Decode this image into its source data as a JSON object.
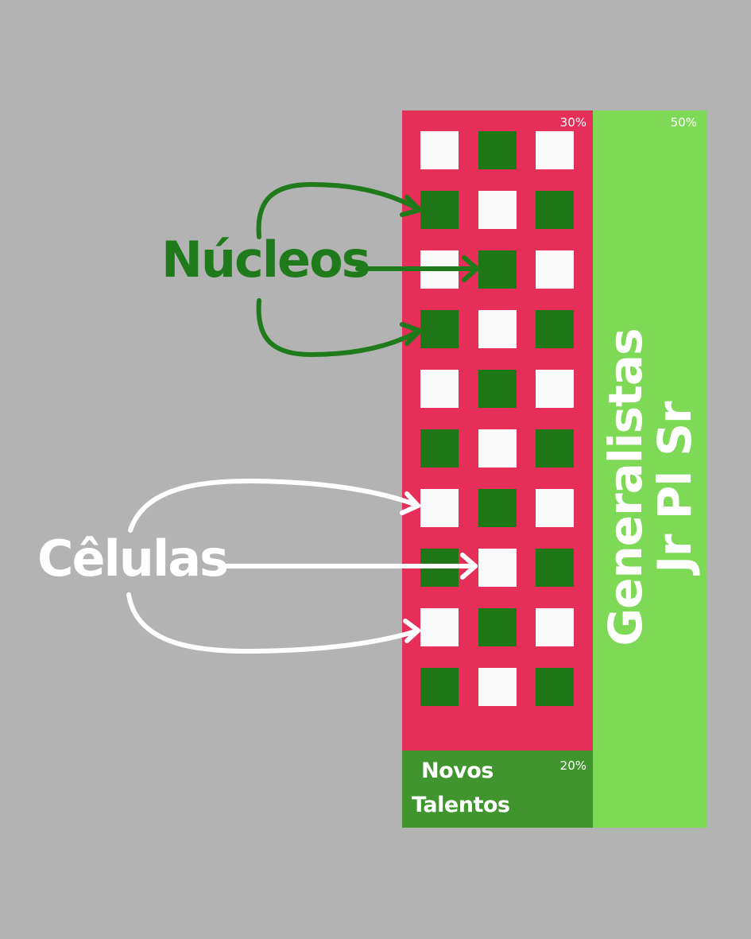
{
  "panels": {
    "red": {
      "percent": "30%",
      "color": "#e52e58"
    },
    "green": {
      "percent": "50%",
      "color": "#7ed957",
      "title_line1": "Generalistas",
      "title_line2": "Jr Pl Sr"
    },
    "dark": {
      "percent": "20%",
      "color": "#41952f",
      "title_line1": "Novos",
      "title_line2": "Talentos"
    }
  },
  "labels": {
    "nucleos": {
      "text": "Núcleos",
      "color": "#1e7a1a"
    },
    "celulas": {
      "text": "Cêlulas",
      "color": "#ffffff"
    }
  },
  "grid": {
    "rows": 10,
    "cols": 3,
    "cell_colors": {
      "white": "#fafafa",
      "green": "#1e7616"
    },
    "pattern": [
      [
        "white",
        "green",
        "white"
      ],
      [
        "green",
        "white",
        "green"
      ],
      [
        "white",
        "green",
        "white"
      ],
      [
        "green",
        "white",
        "green"
      ],
      [
        "white",
        "green",
        "white"
      ],
      [
        "green",
        "white",
        "green"
      ],
      [
        "white",
        "green",
        "white"
      ],
      [
        "green",
        "white",
        "green"
      ],
      [
        "white",
        "green",
        "white"
      ],
      [
        "green",
        "white",
        "green"
      ]
    ]
  }
}
